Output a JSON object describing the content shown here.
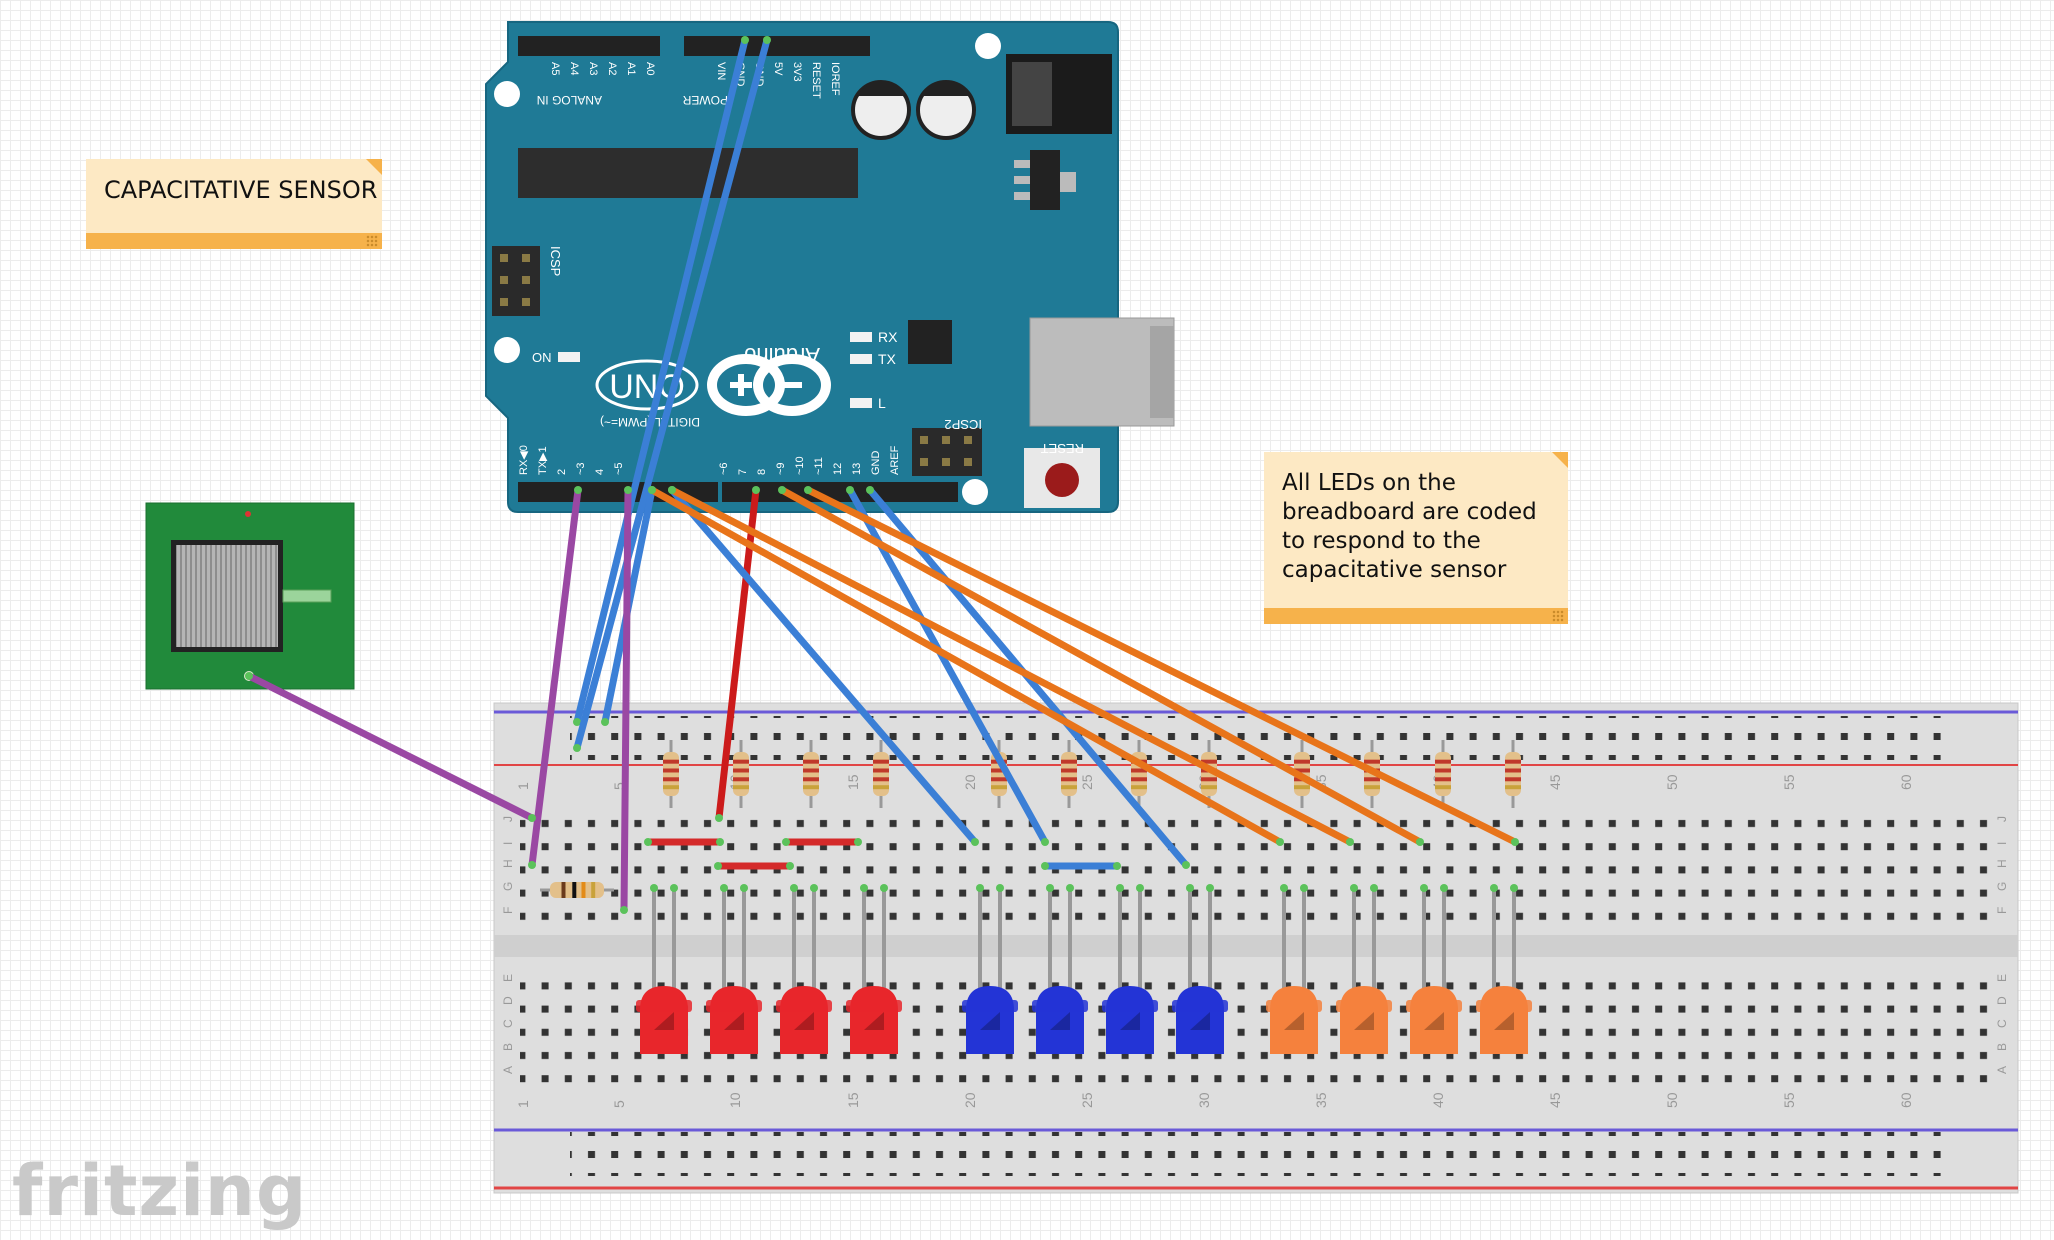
{
  "app": {
    "logo_text": "fritzing"
  },
  "notes": {
    "sensor": "CAPACITATIVE SENSOR",
    "leds": "All LEDs on the breadboard are coded to respond to the capacitative sensor"
  },
  "arduino": {
    "brand": "Arduino",
    "model": "UNO",
    "on_label": "ON",
    "tx_label": "TX",
    "rx_label": "RX",
    "l_label": "L",
    "reset_label": "RESET",
    "icsp_label": "ICSP",
    "icsp2_label": "ICSP2",
    "power_label": "POWER",
    "analog_label": "ANALOG IN",
    "digital_label": "DIGITAL (PWM=~)",
    "power_pins": [
      "IOREF",
      "RESET",
      "3V3",
      "5V",
      "GND",
      "GND",
      "VIN"
    ],
    "analog_pins": [
      "A0",
      "A1",
      "A2",
      "A3",
      "A4",
      "A5"
    ],
    "digital_pins": [
      "AREF",
      "GND",
      "13",
      "12",
      "~11",
      "~10",
      "~9",
      "8",
      "7",
      "~6",
      "~5",
      "4",
      "~3",
      "2",
      "TX▶1",
      "RX◀0"
    ]
  },
  "breadboard": {
    "column_numbers": [
      "1",
      "5",
      "10",
      "15",
      "20",
      "25",
      "30",
      "35",
      "40",
      "45",
      "50",
      "55",
      "60"
    ],
    "row_letters_top": [
      "J",
      "I",
      "H",
      "G",
      "F"
    ],
    "row_letters_bottom": [
      "E",
      "D",
      "C",
      "B",
      "A"
    ]
  },
  "leds": {
    "colors": [
      "red",
      "red",
      "red",
      "red",
      "blue",
      "blue",
      "blue",
      "blue",
      "orange",
      "orange",
      "orange",
      "orange"
    ]
  },
  "colors": {
    "board_teal": "#1f7a96",
    "wire_blue": "#3b7fd6",
    "wire_orange": "#e8741a",
    "wire_red": "#cc1b1b",
    "wire_purple": "#9a48a3",
    "led_red": "#e8262b",
    "led_blue": "#2334d6",
    "led_orange": "#f5813d",
    "sensor_pcb": "#218a3b",
    "note_bg": "#fde9c4",
    "note_bar": "#f6b24b"
  }
}
